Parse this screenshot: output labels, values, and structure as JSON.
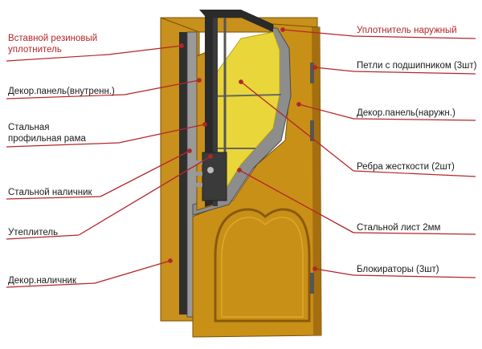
{
  "colors": {
    "wood": "#c8901c",
    "wood_dark": "#a56f10",
    "steel": "#8c8c8c",
    "steel_dark": "#3a3a3a",
    "insulation": "#e6d43a",
    "leader": "#b3262a",
    "red_text": "#b3262a",
    "black_text": "#1a1a1a"
  },
  "labels": {
    "left": [
      {
        "id": "rubber-seal",
        "text": "Вставной резиновый\nуплотнитель",
        "color": "red"
      },
      {
        "id": "inner-panel",
        "text": "Декор.панель(внутренн.)",
        "color": "black"
      },
      {
        "id": "steel-frame",
        "text": "Стальная\nпрофильная рама",
        "color": "black"
      },
      {
        "id": "steel-trim",
        "text": "Стальной наличник",
        "color": "black"
      },
      {
        "id": "insulation",
        "text": "Утеплитель",
        "color": "black"
      },
      {
        "id": "decor-trim",
        "text": "Декор.наличник",
        "color": "black"
      }
    ],
    "right": [
      {
        "id": "outer-seal",
        "text": "Уплотнитель наружный",
        "color": "red"
      },
      {
        "id": "hinges",
        "text": "Петли с подшипником (3шт)",
        "color": "black"
      },
      {
        "id": "outer-panel",
        "text": "Декор.панель(наружн.)",
        "color": "black"
      },
      {
        "id": "ribs",
        "text": "Ребра жесткости (2шт)",
        "color": "black"
      },
      {
        "id": "steel-sheet",
        "text": "Стальной лист 2мм",
        "color": "black"
      },
      {
        "id": "blockers",
        "text": "Блокираторы (3шт)",
        "color": "black"
      }
    ]
  }
}
